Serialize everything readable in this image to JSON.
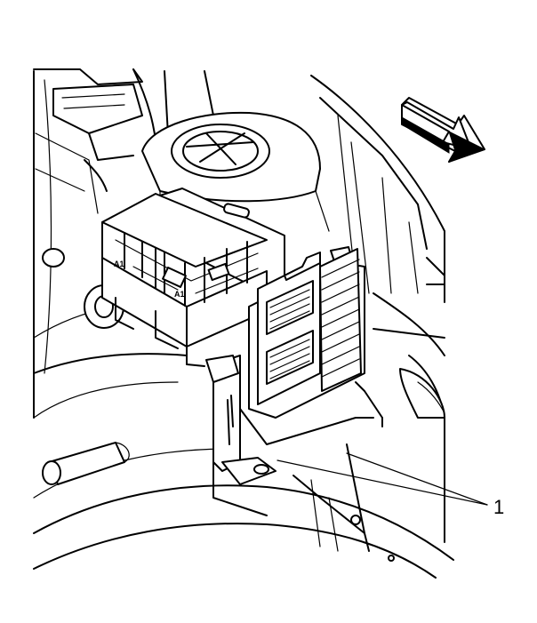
{
  "diagram": {
    "callouts": [
      {
        "id": "1",
        "label": "1"
      }
    ],
    "connector_markings": [
      "A1",
      "A1"
    ],
    "icons": {
      "direction_arrow": "forward-arrow-icon"
    }
  }
}
